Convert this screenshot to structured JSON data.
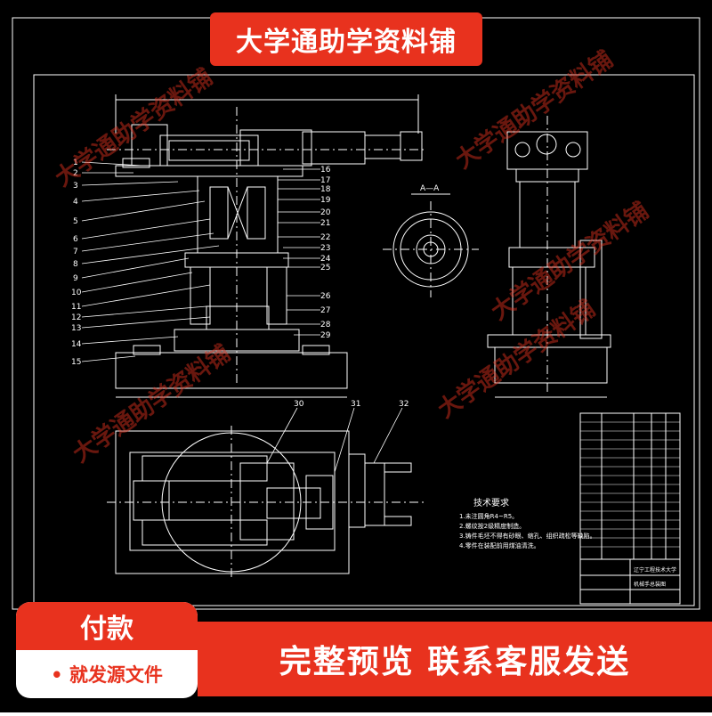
{
  "banner": {
    "title": "大学通助学资料铺"
  },
  "watermark": {
    "text": "大学通助学资料铺"
  },
  "drawing": {
    "section_label": "A—A",
    "part_numbers_left": [
      "1",
      "2",
      "3",
      "4",
      "5",
      "6",
      "7",
      "8",
      "9",
      "10",
      "11",
      "12",
      "13",
      "14",
      "15"
    ],
    "part_numbers_right": [
      "16",
      "17",
      "18",
      "19",
      "20",
      "21",
      "22",
      "23",
      "24",
      "25",
      "26",
      "27",
      "28",
      "29"
    ],
    "part_numbers_plan": [
      "30",
      "31",
      "32"
    ],
    "tech_notes": {
      "title": "技术要求",
      "lines": [
        "1.未注圆角R4~R5。",
        "2.螺纹按2级精度制造。",
        "3.铸件毛坯不得有砂眼、缩孔、组织疏松等缺陷。",
        "4.零件在装配前用煤油清洗。"
      ]
    },
    "title_block": {
      "school": "辽宁工程技术大学",
      "name": "机械手总装图"
    }
  },
  "pay": {
    "title": "付款",
    "subtitle": "• 就发源文件"
  },
  "bottom": {
    "text": "完整预览  联系客服发送"
  },
  "colors": {
    "accent": "#e8321e",
    "background": "#000000",
    "line": "#ffffff"
  }
}
